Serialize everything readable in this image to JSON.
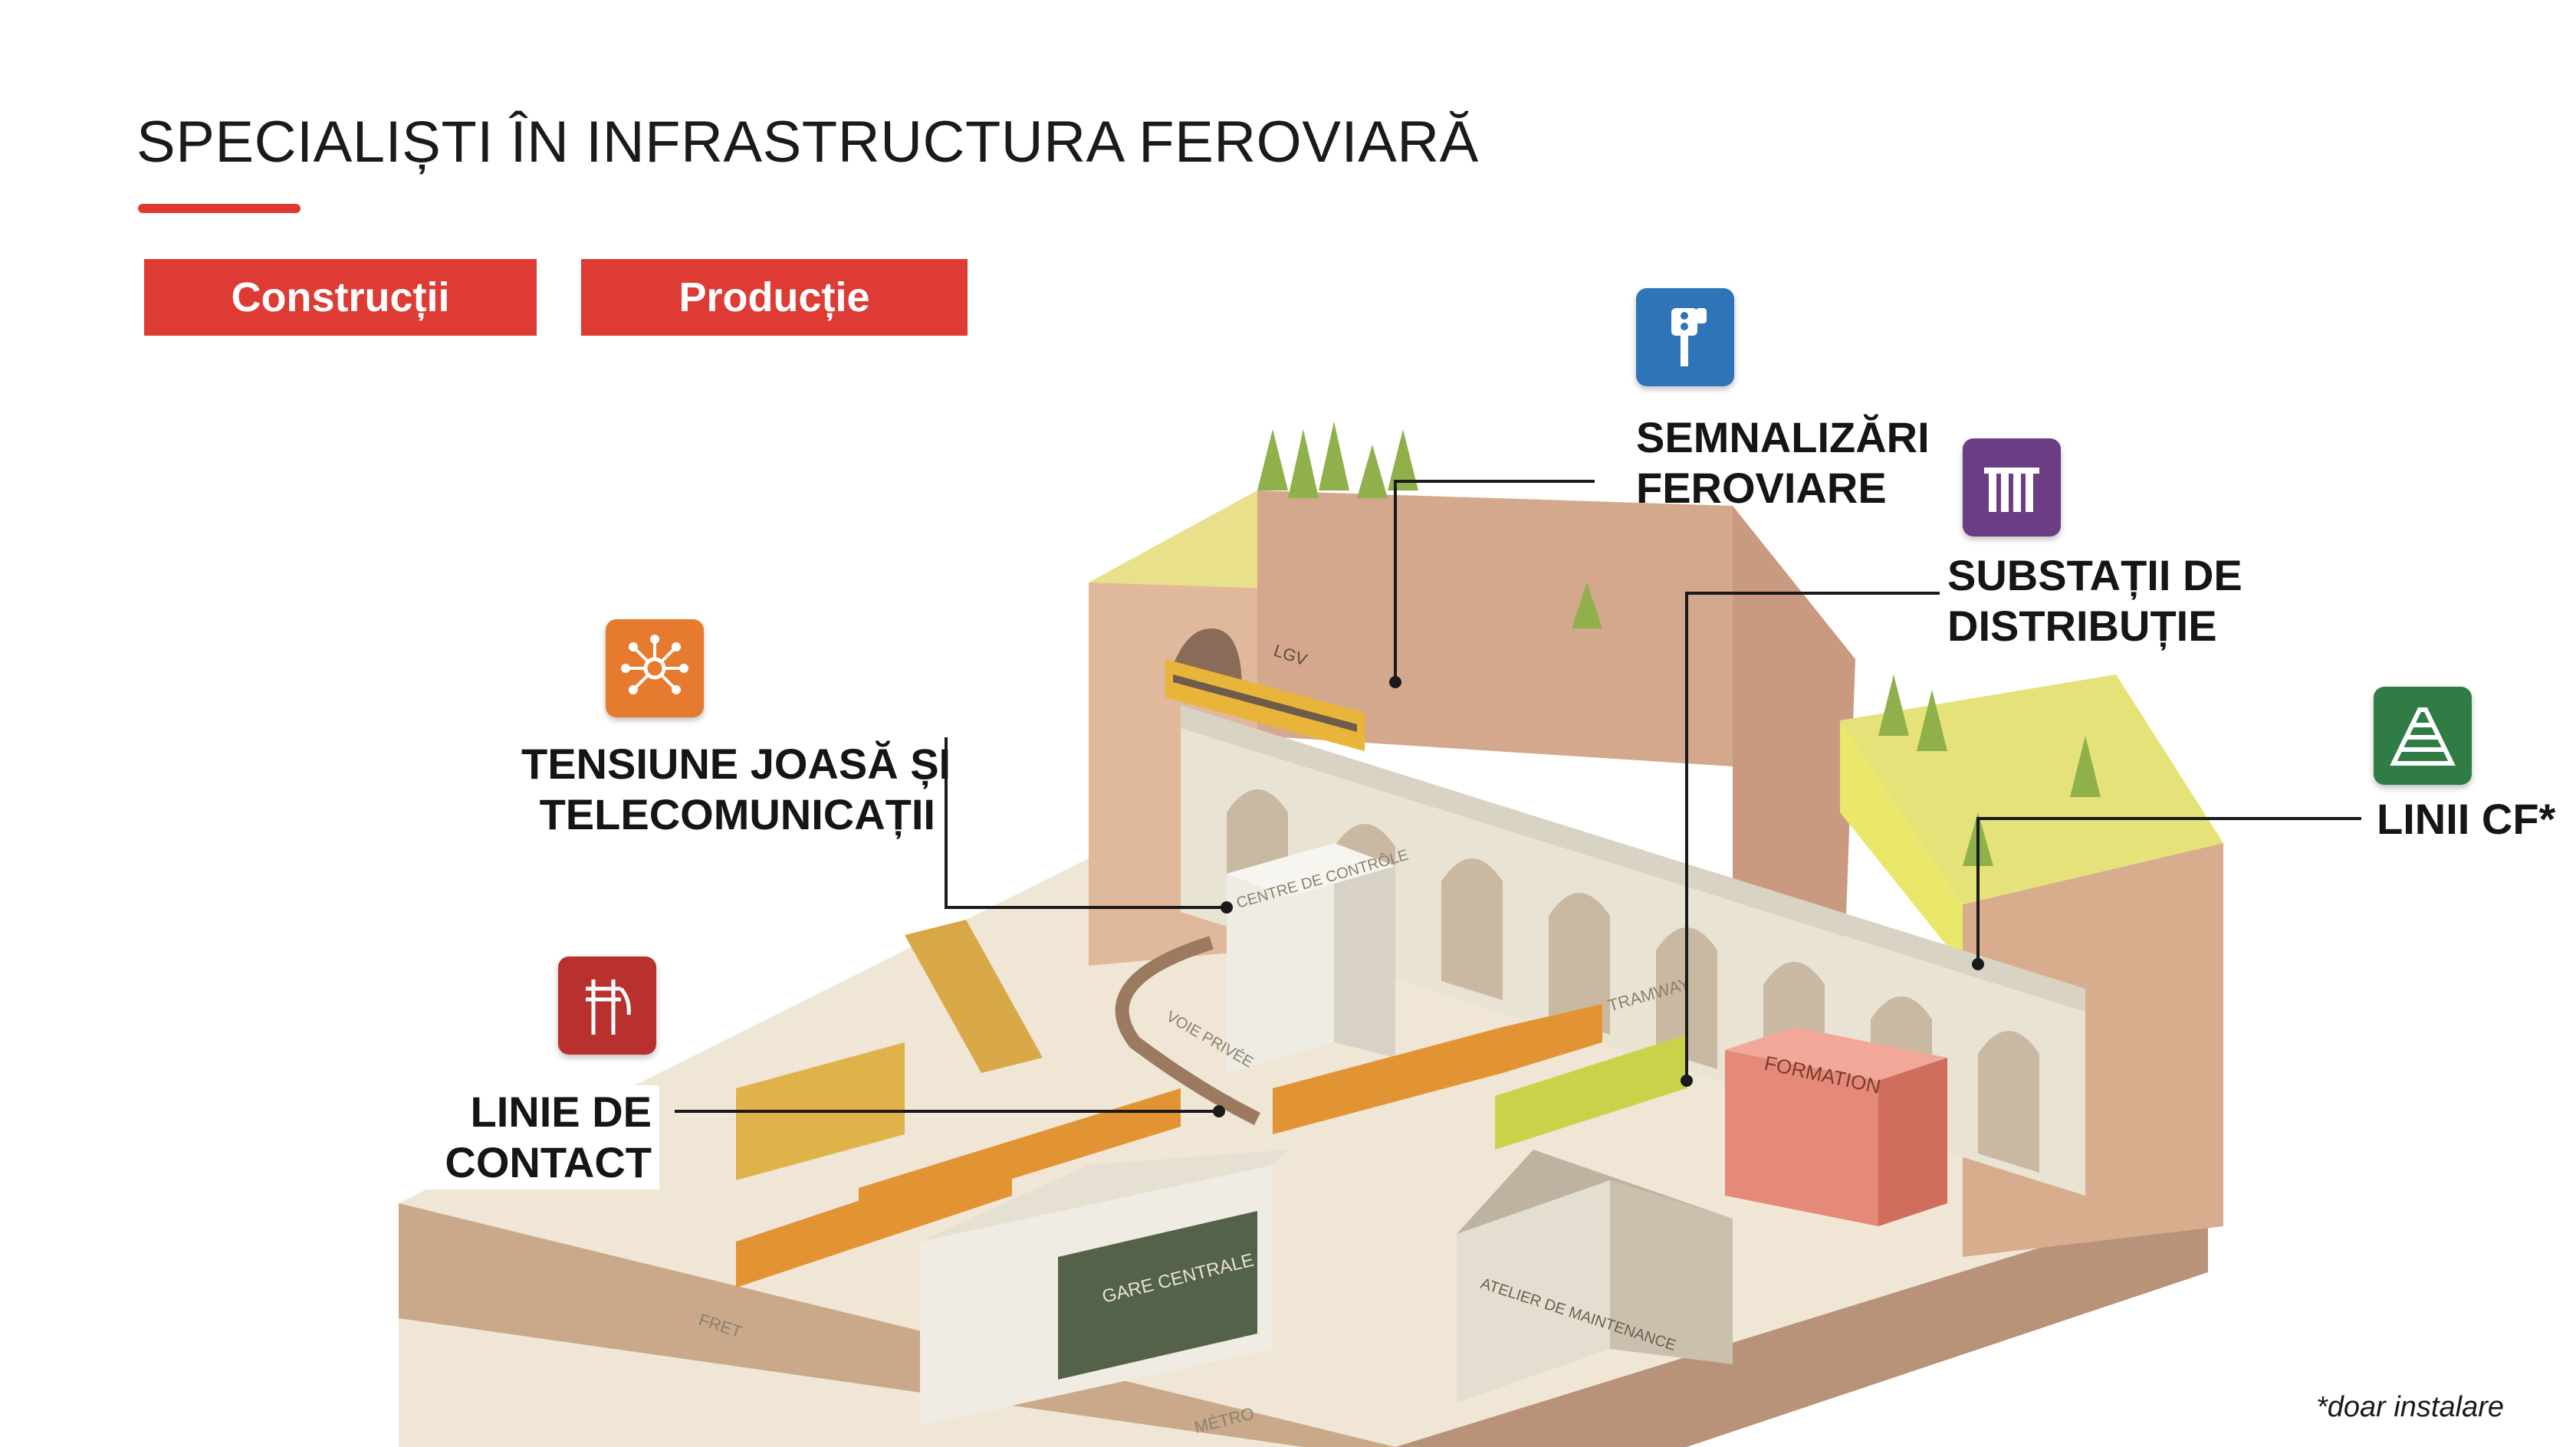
{
  "header": {
    "title": "SPECIALIȘTI ÎN INFRASTRUCTURA FEROVIARĂ"
  },
  "tabs": [
    {
      "label": "Construcții"
    },
    {
      "label": "Producție"
    }
  ],
  "scene_labels": {
    "lgv": "LGV",
    "centre_de_controle": "CENTRE DE CONTRÔLE",
    "voie_privee": "VOIE PRIVÉE",
    "tramway": "TRAMWAY",
    "formation": "FORMATION",
    "atelier": "ATELIER DE MAINTENANCE",
    "gare_centrale": "GARE CENTRALE",
    "fret": "FRET",
    "metro": "MÉTRO"
  },
  "categories": {
    "semnalizari": {
      "line1": "SEMNALIZĂRI",
      "line2": "FEROVIARE",
      "icon": "signal-light-icon",
      "color": "#2f74b8"
    },
    "substatii": {
      "line1": "SUBSTAȚII DE",
      "line2": "DISTRIBUȚIE",
      "icon": "substation-icon",
      "color": "#6a3d84"
    },
    "linii_cf": {
      "line1": "LINII CF*",
      "icon": "railway-track-icon",
      "color": "#2f7d45"
    },
    "tensiune": {
      "line1": "TENSIUNE JOASĂ ȘI",
      "line2": "TELECOMUNICAȚII",
      "icon": "network-hub-icon",
      "color": "#e67a2e"
    },
    "linie_contact": {
      "line1": "LINIE DE",
      "line2": "CONTACT",
      "icon": "catenary-icon",
      "color": "#b8312f"
    }
  },
  "footnote": "*doar instalare"
}
